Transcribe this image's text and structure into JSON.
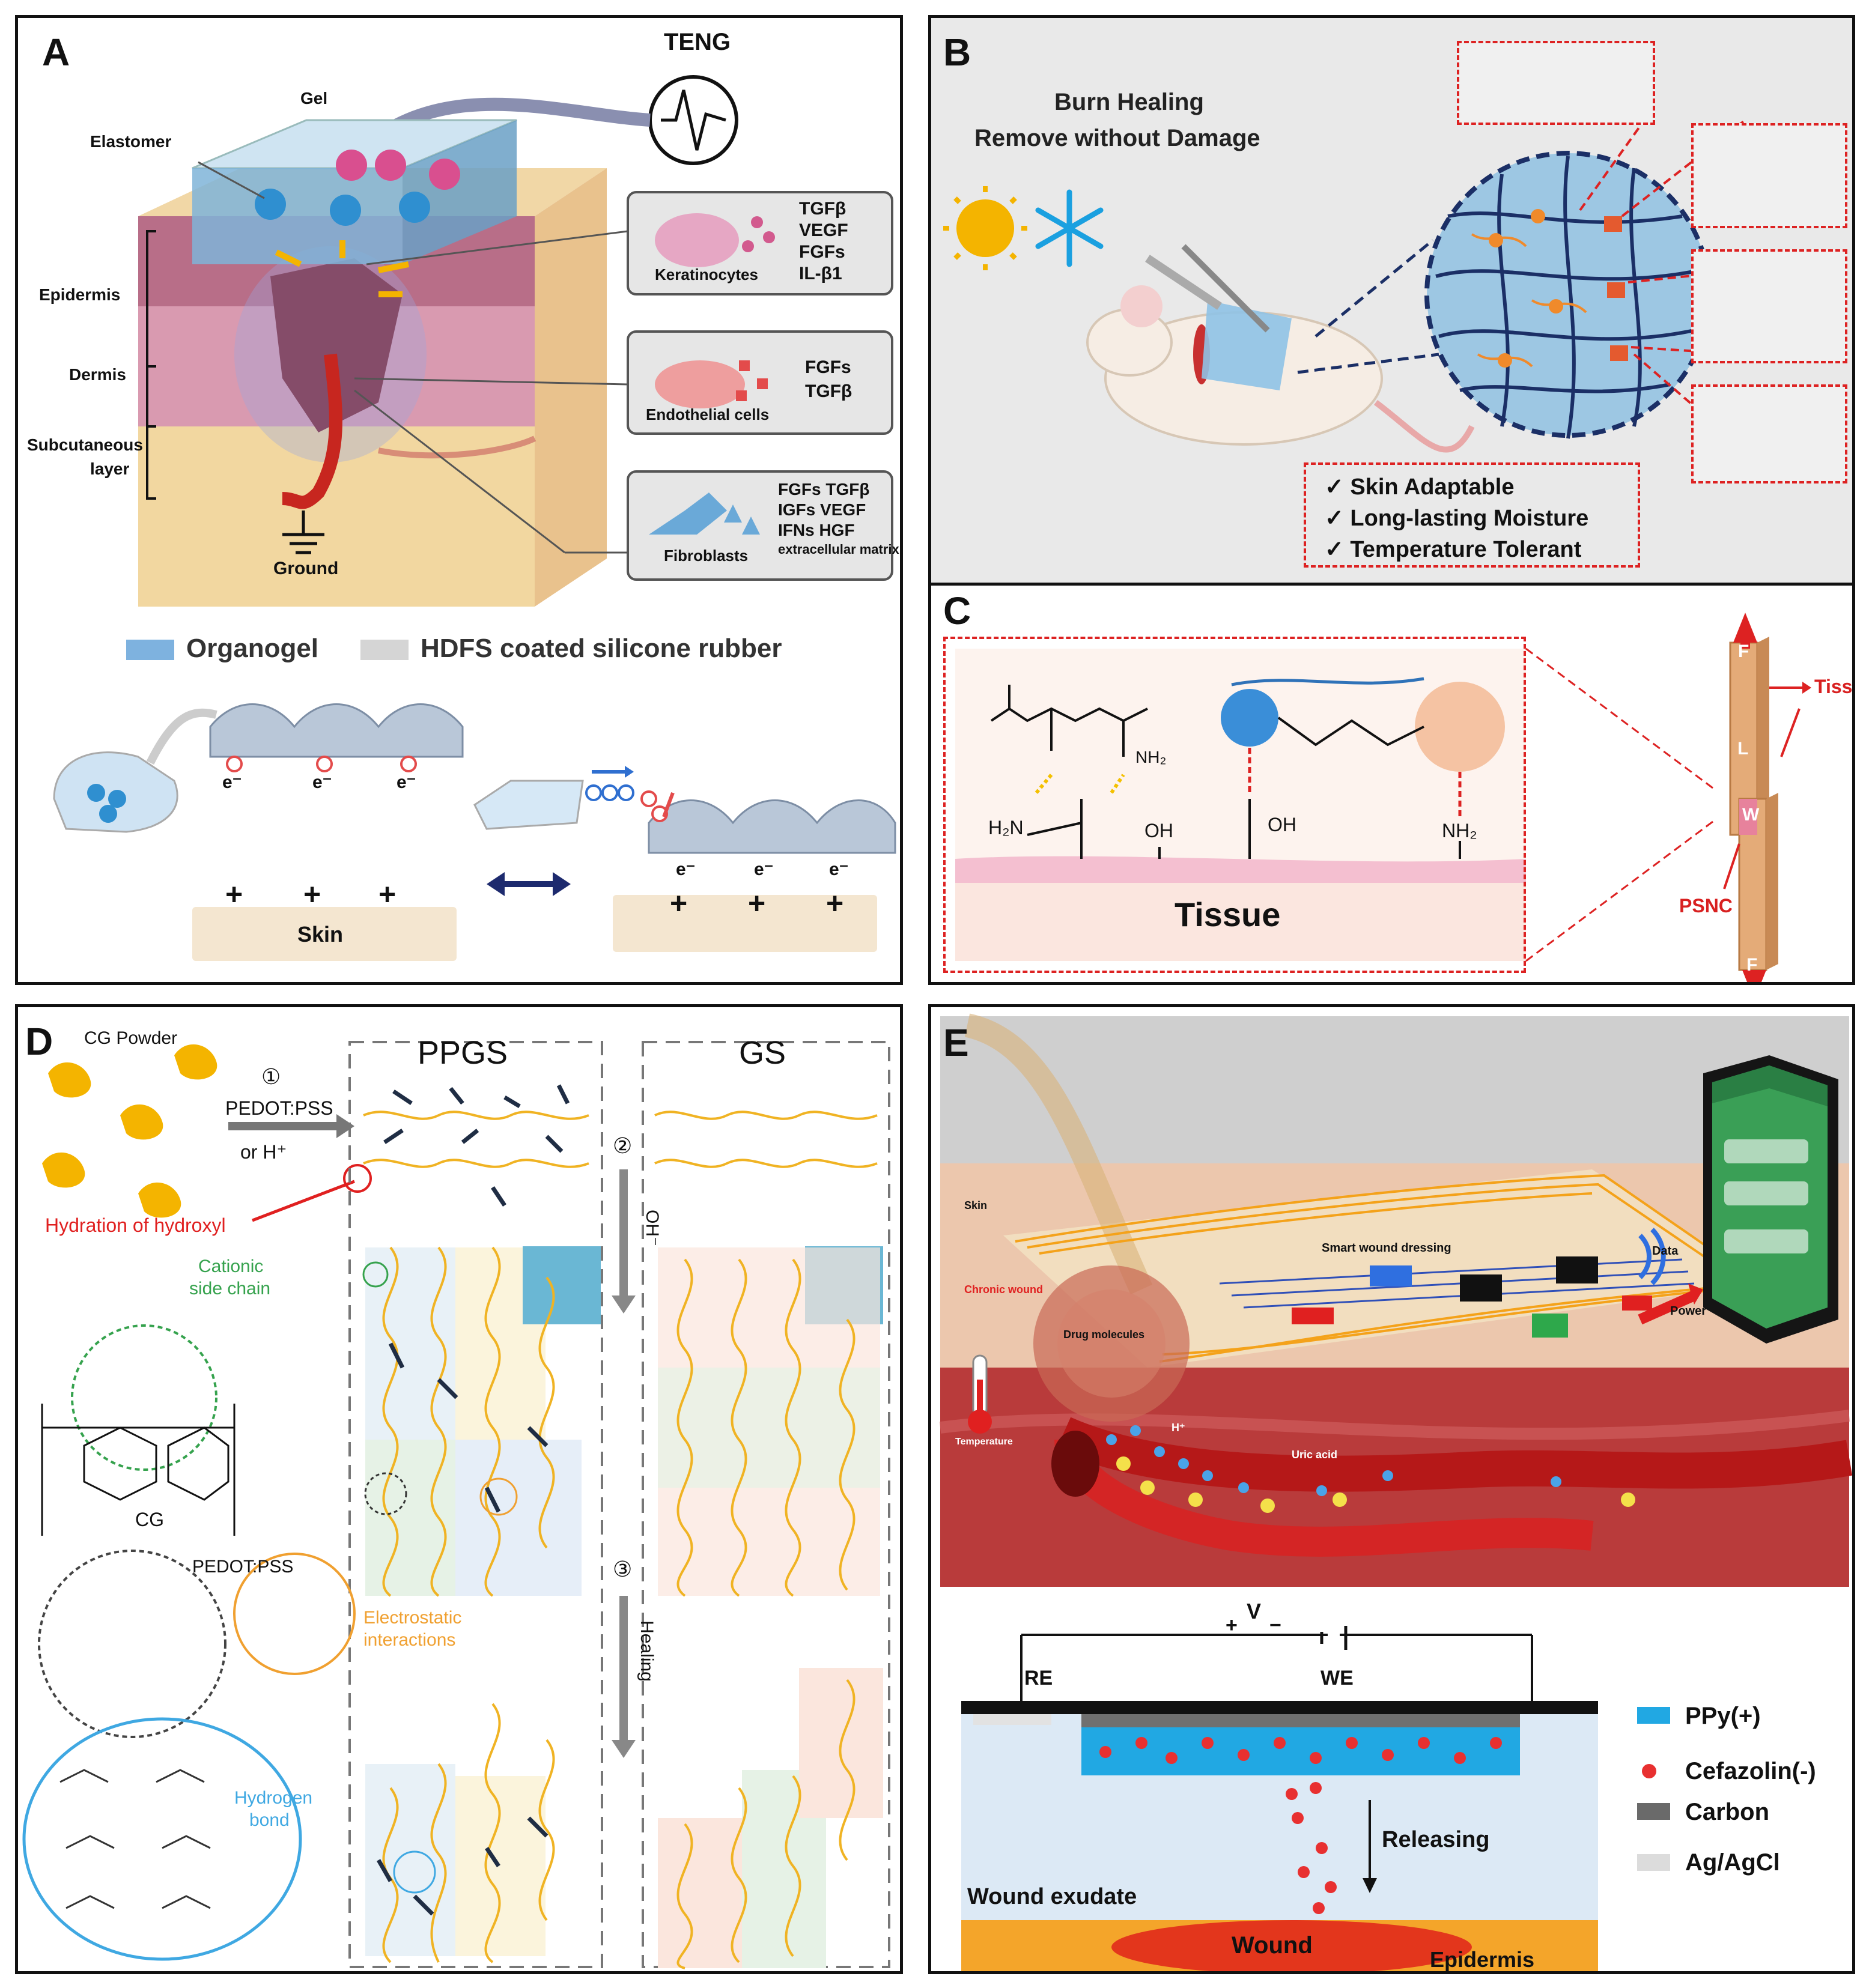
{
  "panelA": {
    "letter": "A",
    "teng": "TENG",
    "gel": "Gel",
    "elastomer": "Elastomer",
    "epidermis": "Epidermis",
    "dermis": "Dermis",
    "subcutaneous": "Subcutaneous",
    "layer": "layer",
    "ground": "Ground",
    "keratinocytes": {
      "label": "Keratinocytes",
      "factors": [
        "TGFβ",
        "VEGF",
        "FGFs",
        "IL-β1"
      ]
    },
    "endothelial": {
      "label": "Endothelial cells",
      "factors": [
        "FGFs",
        "TGFβ"
      ]
    },
    "fibroblasts": {
      "label": "Fibroblasts",
      "factors": [
        "FGFs  TGFβ",
        "IGFs  VEGF",
        "IFNs   HGF",
        "extracellular matrix"
      ]
    },
    "legend_organogel": "Organogel",
    "legend_hdfs": "HDFS coated silicone rubber",
    "electron": "e⁻",
    "plus": "+",
    "skin": "Skin"
  },
  "panelB": {
    "letter": "B",
    "title1": "Burn Healing",
    "title2": "Remove  without  Damage",
    "checks": [
      "✓  Skin Adaptable",
      "✓  Long-lasting Moisture",
      "✓  Temperature Tolerant"
    ]
  },
  "panelC": {
    "letter": "C",
    "tissue": "Tissue",
    "tissue_arrow": "Tissue",
    "psnc": "PSNC",
    "f": "F",
    "l": "L",
    "w": "W",
    "chem_oh": "OH",
    "chem_cooh": "OH",
    "chem_nh2": "NH₂",
    "chem_h2n": "H₂N",
    "chem_nh2b": "NH₂"
  },
  "panelD": {
    "letter": "D",
    "cg_powder": "CG Powder",
    "step1": "①",
    "pedot": "PEDOT:PSS",
    "or_h": "or  H⁺",
    "hydration": "Hydration of hydroxyl",
    "cationic1": "Cationic",
    "cationic2": "side chain",
    "cg": "CG",
    "pedotpss": "PEDOT:PSS",
    "electrostatic1": "Electrostatic",
    "electrostatic2": "interactions",
    "hydrogen1": "Hydrogen",
    "hydrogen2": "bond",
    "ppgs": "PPGS",
    "gs": "GS",
    "step2": "②",
    "oh": "OH⁻",
    "step3": "③",
    "healing": "Healing"
  },
  "panelE": {
    "letter": "E",
    "skin": "Skin",
    "smart": "Smart wound dressing",
    "data": "Data",
    "power": "Power",
    "chronic": "Chronic wound",
    "drug": "Drug molecules",
    "temperature": "Temperature",
    "hplus": "H⁺",
    "uric": "Uric acid",
    "v": "V",
    "vplus": "+",
    "vminus": "−",
    "re": "RE",
    "we": "WE",
    "releasing": "Releasing",
    "exudate": "Wound exudate",
    "wound": "Wound",
    "epidermis": "Epidermis",
    "legend": [
      "PPy(+)",
      "Cefazolin(-)",
      "Carbon",
      "Ag/AgCl"
    ]
  }
}
